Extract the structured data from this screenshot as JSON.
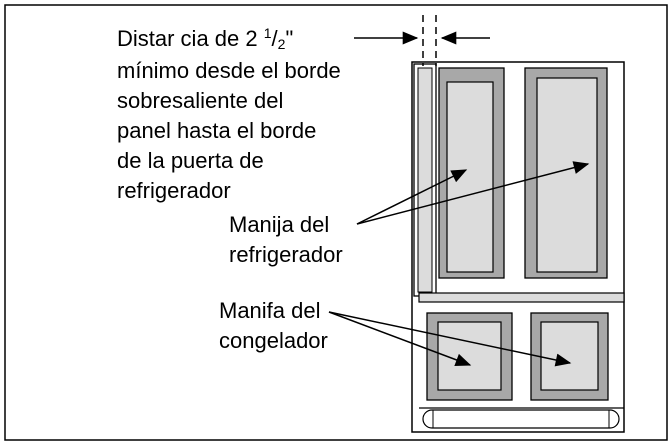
{
  "colors": {
    "background": "#ffffff",
    "line": "#000000",
    "panel_dark": "#a8a8a8",
    "panel_light": "#dcdcdc",
    "cabinet": "#ffffff"
  },
  "clearance_note": {
    "line1_prefix": "Distar cia de 2 ",
    "line1_fraction_num": "1",
    "line1_fraction_den": "2",
    "line1_suffix": "\"",
    "line2": "mínimo desde el borde",
    "line3": "sobresaliente del",
    "line4": "panel hasta el borde",
    "line5": "de la puerta de",
    "line6": "refrigerador"
  },
  "refrigerator_handle_label": {
    "line1": "Manija del",
    "line2": "refrigerador"
  },
  "freezer_handle_label": {
    "line1": "Manifa del",
    "line2": "congelador"
  },
  "icons": [
    "arrow-right-icon",
    "arrow-left-icon",
    "pointer-arrow-icon"
  ]
}
